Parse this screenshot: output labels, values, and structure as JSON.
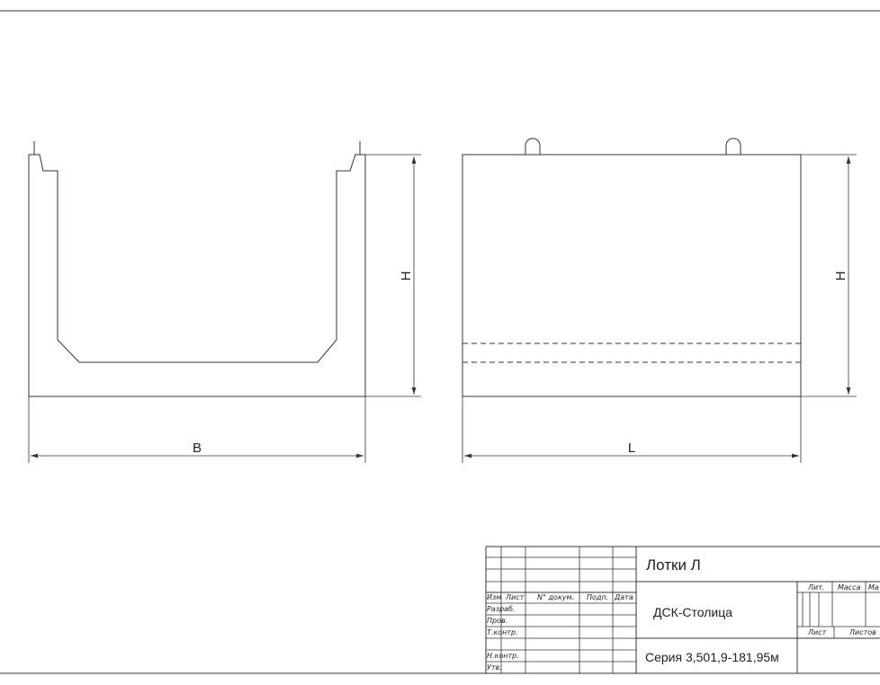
{
  "drawing": {
    "dimensions": {
      "width_label": "B",
      "height_label_left": "H",
      "length_label": "L",
      "height_label_right": "H"
    }
  },
  "title_block": {
    "title": "Лотки Л",
    "organization": "ДСК-Столица",
    "series": "Серия 3,501,9-181,95м",
    "columns": {
      "izm": "Изм",
      "list": "Лист",
      "doc_no": "N° докум.",
      "sign": "Подп.",
      "date": "Дата"
    },
    "roles": {
      "developed": "Разраб.",
      "checked": "Пров.",
      "tech_control": "Т.контр.",
      "norm_control": "Н.контр.",
      "approved": "Утв."
    },
    "right_headers": {
      "lit": "Лит.",
      "mass": "Масса",
      "scale_partial": "Ма",
      "sheet": "Лист",
      "sheets": "Листов"
    }
  }
}
